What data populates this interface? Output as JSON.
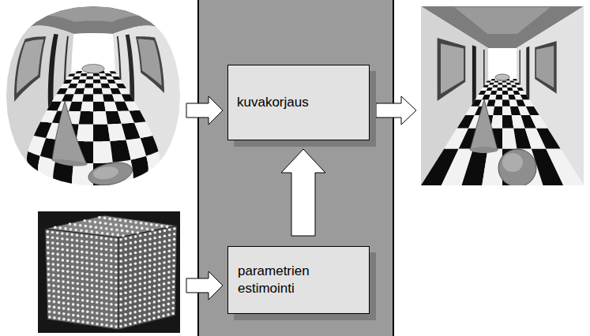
{
  "diagram": {
    "nodes": [
      {
        "text": [
          "kuvakorjaus"
        ]
      },
      {
        "text": [
          "parametrien estimointi"
        ]
      }
    ],
    "edges": [
      {
        "from": 1,
        "to": 0,
        "arrow": "to"
      }
    ]
  }
}
